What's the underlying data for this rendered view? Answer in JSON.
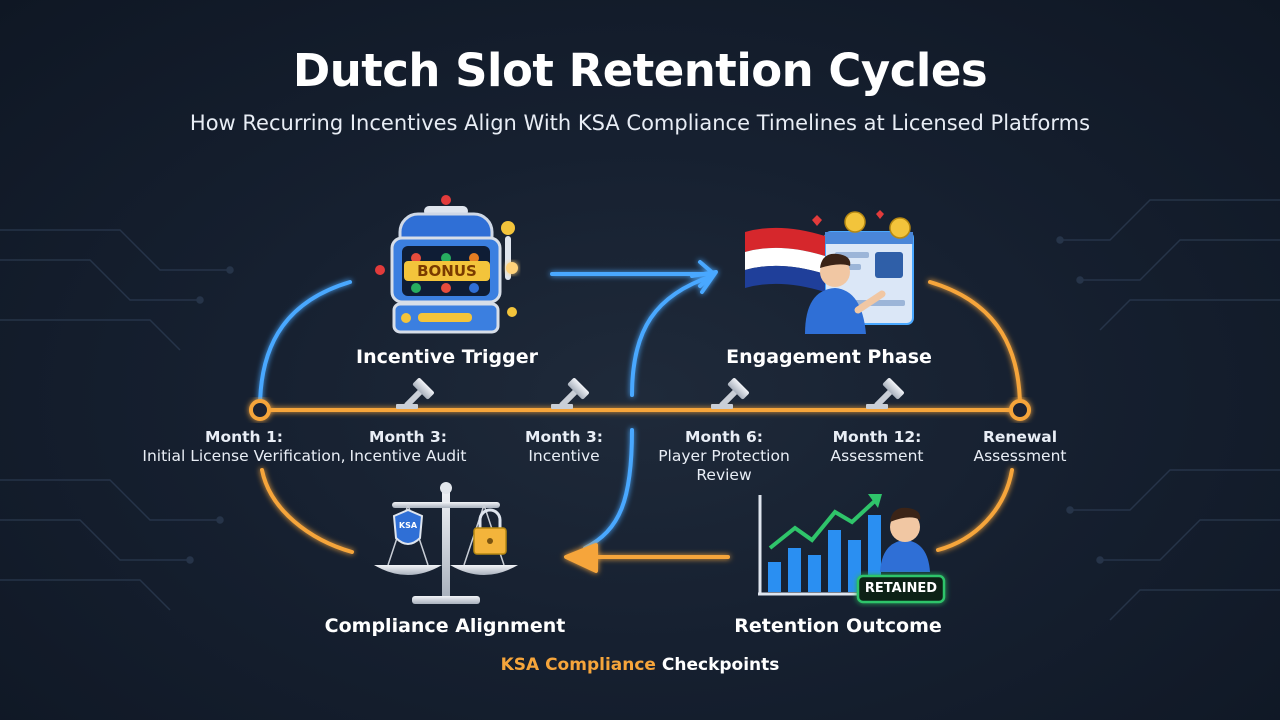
{
  "header": {
    "title": "Dutch Slot Retention Cycles",
    "subtitle": "How Recurring Incentives Align With KSA Compliance Timelines at Licensed Platforms"
  },
  "stages": {
    "incentive_trigger": {
      "label": "Incentive Trigger",
      "badge_text": "BONUS"
    },
    "engagement_phase": {
      "label": "Engagement Phase"
    },
    "compliance_alignment": {
      "label": "Compliance Alignment",
      "shield_text": "KSA"
    },
    "retention_outcome": {
      "label": "Retention Outcome",
      "badge_text": "RETAINED"
    }
  },
  "checkpoints": [
    {
      "month": "Month 1:",
      "desc": "Initial License Verification,"
    },
    {
      "month": "Month 3:",
      "desc": "Incentive Audit"
    },
    {
      "month": "Month 3:",
      "desc": "Incentive"
    },
    {
      "month": "Month 6:",
      "desc": "Player Protection Review"
    },
    {
      "month": "Month 12:",
      "desc": "Assessment"
    },
    {
      "month": "Renewal",
      "desc": "Assessment"
    }
  ],
  "legend": {
    "highlight": "KSA Compliance",
    "rest": "Checkpoints"
  },
  "colors": {
    "background": "#162030",
    "orange": "#f6a53b",
    "blue": "#4aa8ff",
    "green": "#2fc46a",
    "netherlands_red": "#d6272c",
    "netherlands_blue": "#1f3f9a"
  }
}
